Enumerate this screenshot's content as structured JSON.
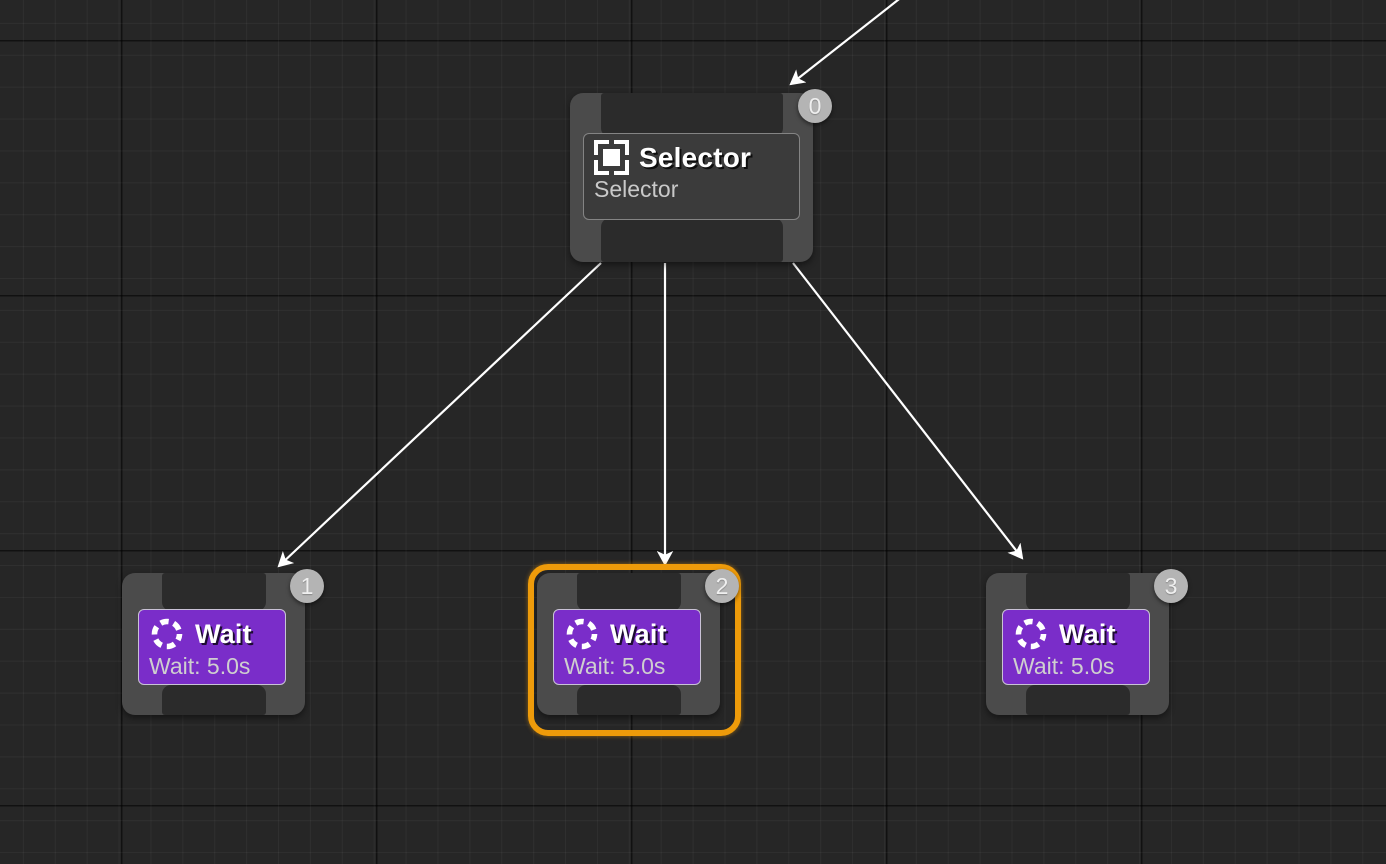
{
  "canvas": {
    "background_color": "#262626",
    "grid_minor_color": "#333333",
    "grid_major_color": "#1a1a1a",
    "edge_color": "#ffffff",
    "selection_color": "#ee9b0a"
  },
  "nodes": [
    {
      "id": "selector",
      "index_badge": "0",
      "title": "Selector",
      "subtitle": "Selector",
      "icon": "selector-icon",
      "body_color": "#3b3b3b",
      "selected": false
    },
    {
      "id": "wait-1",
      "index_badge": "1",
      "title": "Wait",
      "subtitle": "Wait: 5.0s",
      "icon": "wait-spinner-icon",
      "body_color": "#7a2dc9",
      "selected": false
    },
    {
      "id": "wait-2",
      "index_badge": "2",
      "title": "Wait",
      "subtitle": "Wait: 5.0s",
      "icon": "wait-spinner-icon",
      "body_color": "#7a2dc9",
      "selected": true
    },
    {
      "id": "wait-3",
      "index_badge": "3",
      "title": "Wait",
      "subtitle": "Wait: 5.0s",
      "icon": "wait-spinner-icon",
      "body_color": "#7a2dc9",
      "selected": false
    }
  ]
}
